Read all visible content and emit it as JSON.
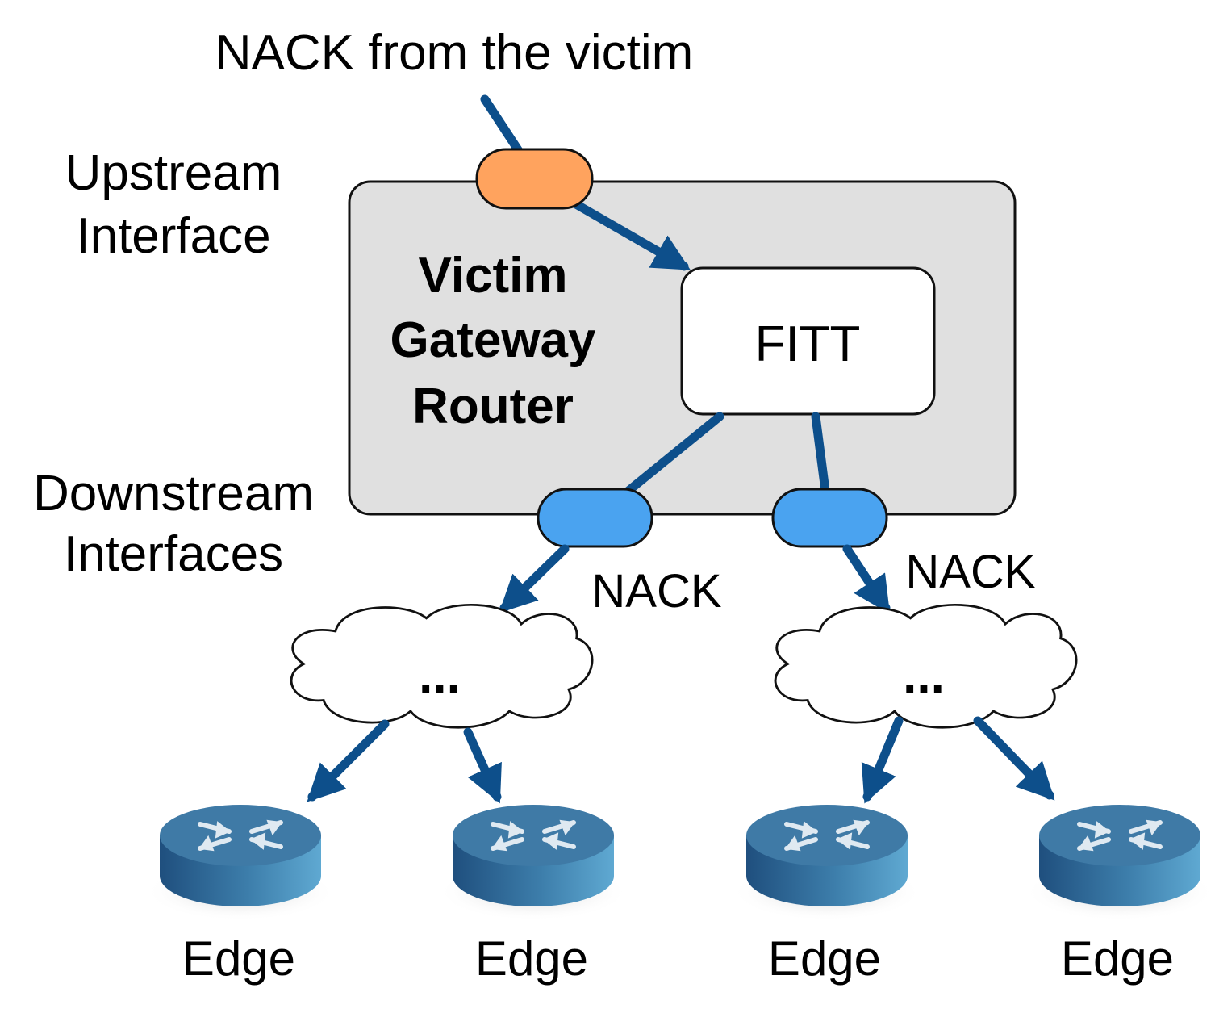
{
  "title": "NACK from the victim",
  "upstream_label": [
    "Upstream",
    "Interface"
  ],
  "downstream_label": [
    "Downstream",
    "Interfaces"
  ],
  "router_label": [
    "Victim",
    "Gateway",
    "Router"
  ],
  "fitt_label": "FITT",
  "nack_left": "NACK",
  "nack_right": "NACK",
  "cloud_left": "...",
  "cloud_right": "...",
  "edges": [
    "Edge",
    "Edge",
    "Edge",
    "Edge"
  ],
  "colors": {
    "arrow": "#0d4f8b",
    "upstream_interface": "#ffa35e",
    "downstream_interface": "#4aa3f0",
    "router_box": "#e0e0e0",
    "edge_router": "#3d7eab"
  },
  "icons": [
    "router-icon",
    "cloud-icon"
  ]
}
